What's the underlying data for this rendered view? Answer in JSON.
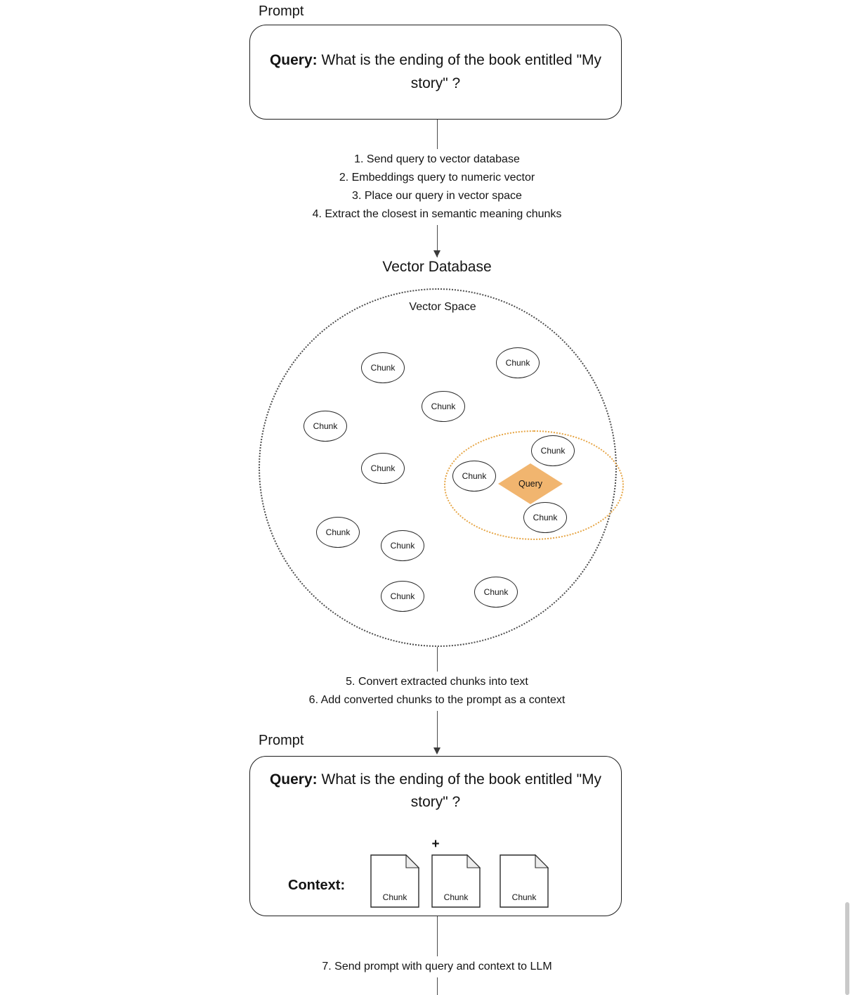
{
  "top_section": {
    "label": "Prompt",
    "query_label": "Query:",
    "query_text": "What is the ending of the book entitled \"My story\" ?"
  },
  "retrieval_steps": {
    "lines": [
      "1. Send query to vector database",
      "2. Embeddings query to numeric vector",
      "3. Place our query in vector space",
      "4. Extract the closest in semantic meaning chunks"
    ]
  },
  "vector_database": {
    "title": "Vector Database",
    "space_label": "Vector Space",
    "chunk_label": "Chunk",
    "query_label": "Query",
    "query_fill_color": "#f1b56f",
    "highlight_stroke_color": "#e6a545"
  },
  "context_steps": {
    "lines": [
      "5. Convert extracted chunks into text",
      "6. Add converted chunks to the prompt as a context"
    ]
  },
  "bottom_section": {
    "label": "Prompt",
    "query_label": "Query:",
    "query_text": "What is the ending of the book entitled \"My story\" ?",
    "plus": "+",
    "context_label": "Context:",
    "documents": [
      "Chunk",
      "Chunk",
      "Chunk"
    ]
  },
  "final_step": "7. Send prompt with query and context to LLM"
}
